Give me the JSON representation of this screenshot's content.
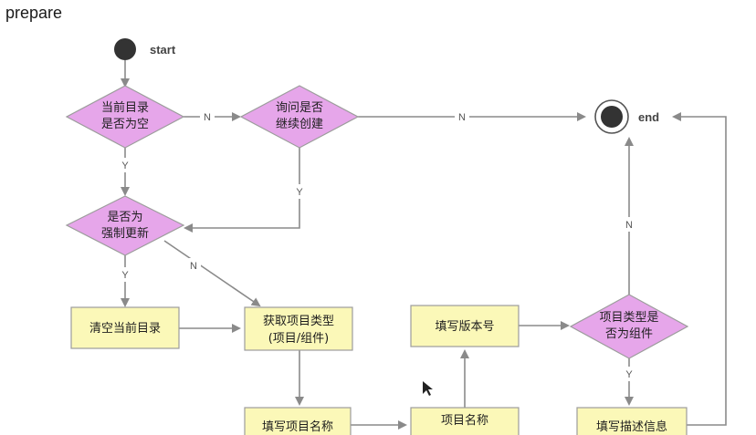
{
  "title": "prepare",
  "terminals": {
    "start": "start",
    "end": "end"
  },
  "nodes": {
    "d1": [
      "当前目录",
      "是否为空"
    ],
    "d2": [
      "询问是否",
      "继续创建"
    ],
    "d3": [
      "是否为",
      "强制更新"
    ],
    "d4": [
      "项目类型是",
      "否为组件"
    ],
    "p_clear": [
      "清空当前目录"
    ],
    "p_type": [
      "获取项目类型",
      "(项目/组件)"
    ],
    "p_name": [
      "填写项目名称"
    ],
    "p_check": [
      "项目名称"
    ],
    "p_version": [
      "填写版本号"
    ],
    "p_desc": [
      "填写描述信息"
    ]
  },
  "edge_labels": {
    "d1_d2": "N",
    "d2_end": "N",
    "d1_d3": "Y",
    "d2_d3": "Y",
    "d3_clear": "Y",
    "d3_type": "N",
    "d4_end": "N",
    "d4_desc": "Y"
  },
  "colors": {
    "decision": "#e6a6ea",
    "process": "#fbf8b8",
    "line": "#8a8a8a",
    "terminal": "#333333"
  }
}
